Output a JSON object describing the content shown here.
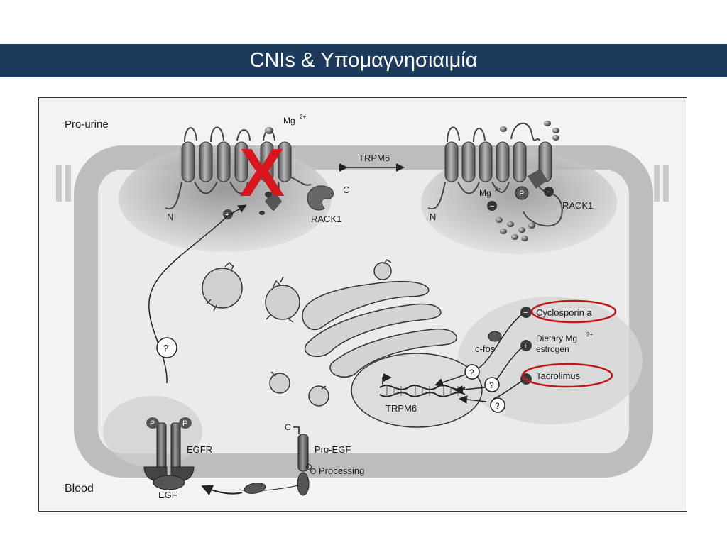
{
  "slide": {
    "title": "CNIs & Υπομαγνησιαιμία"
  },
  "diagram": {
    "labels": {
      "pro_urine": "Pro-urine",
      "blood": "Blood",
      "mg_top": "Mg",
      "mg_top_sup": "2+",
      "trpm6_channel": "TRPM6",
      "c_left": "C",
      "n_left": "N",
      "rack1_left": "RACK1",
      "n_right": "N",
      "mg_right": "Mg",
      "mg_right_sup": "2+",
      "p_right": "P",
      "rack1_right": "RACK1",
      "c_fos": "c-fos",
      "cyclosporin": "Cyclosporin a",
      "dietary_line1": "Dietary Mg",
      "dietary_sup": "2+",
      "dietary_line2": "estrogen",
      "tacrolimus": "Tacrolimus",
      "trpm6_gene": "TRPM6",
      "question": "?",
      "egfr": "EGFR",
      "egf": "EGF",
      "p_egfr": "P",
      "c_proegf": "C",
      "pro_egf": "Pro-EGF",
      "processing": "Processing",
      "plus": "+",
      "minus": "−",
      "x_mark": "X"
    },
    "colors": {
      "title_bar": "#1b3a5c",
      "highlight_ring": "#c0161c",
      "x_mark": "#d8161c"
    }
  }
}
